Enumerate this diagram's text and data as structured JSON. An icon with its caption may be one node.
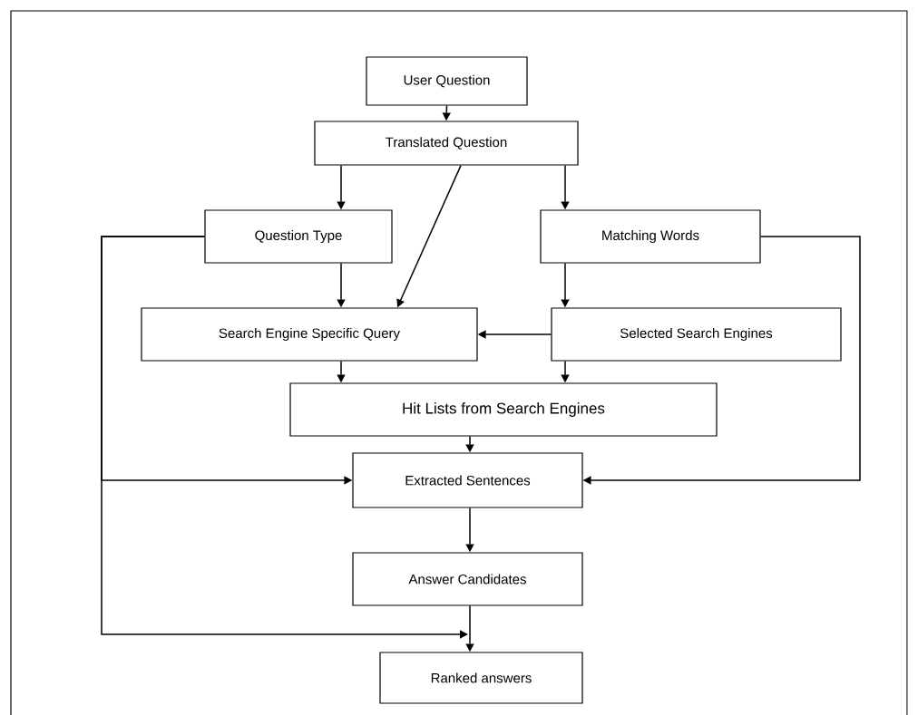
{
  "diagram": {
    "nodes": [
      {
        "text": [
          "User Question"
        ]
      },
      {
        "text": [
          "Translated Question"
        ]
      },
      {
        "text": [
          "Question Type"
        ]
      },
      {
        "text": [
          "Matching Words"
        ]
      },
      {
        "text": [
          "Search Engine Specific Query"
        ]
      },
      {
        "text": [
          "Selected Search Engines"
        ]
      },
      {
        "text": [
          "Hit Lists from Search Engines"
        ]
      },
      {
        "text": [
          "Extracted Sentences"
        ]
      },
      {
        "text": [
          "Answer Candidates"
        ]
      },
      {
        "text": [
          "Ranked answers"
        ]
      }
    ],
    "edges": [
      {
        "from": 0,
        "to": 1,
        "arrow": "to"
      },
      {
        "from": 1,
        "to": 2,
        "arrow": "to"
      },
      {
        "from": 1,
        "to": 4,
        "arrow": "to"
      },
      {
        "from": 1,
        "to": 3,
        "arrow": "to"
      },
      {
        "from": 2,
        "to": 4,
        "arrow": "to"
      },
      {
        "from": 3,
        "to": 5,
        "arrow": "to"
      },
      {
        "from": 5,
        "to": 4,
        "arrow": "to"
      },
      {
        "from": 4,
        "to": 6,
        "arrow": "to"
      },
      {
        "from": 5,
        "to": 6,
        "arrow": "to"
      },
      {
        "from": 6,
        "to": 7,
        "arrow": "to"
      },
      {
        "from": 2,
        "to": 7,
        "arrow": "to"
      },
      {
        "from": 3,
        "to": 7,
        "arrow": "to"
      },
      {
        "from": 7,
        "to": 8,
        "arrow": "to"
      },
      {
        "from": 8,
        "to": 9,
        "arrow": "to"
      },
      {
        "from": 2,
        "to": 9,
        "arrow": "to"
      }
    ]
  }
}
